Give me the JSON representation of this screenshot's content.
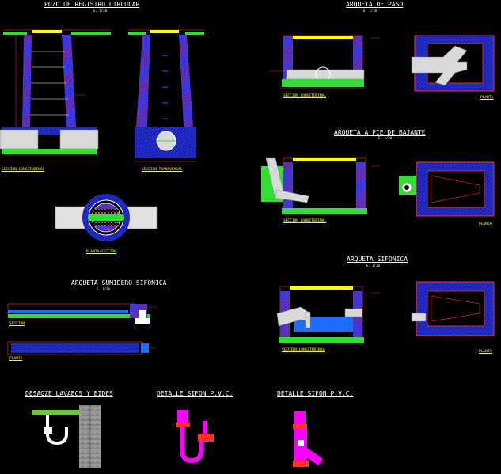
{
  "titles": {
    "pozo": "POZO DE REGISTRO CIRCULAR",
    "pozo_scale": "E. 1/20",
    "arqueta_paso": "ARQUETA DE PASO",
    "arqueta_paso_scale": "E. 1/10",
    "arqueta_bajante": "ARQUETA A PIE DE BAJANTE",
    "arqueta_bajante_scale": "E. 1/10",
    "arqueta_sifonica": "ARQUETA SIFONICA",
    "arqueta_sifonica_scale": "E. 1/10",
    "sumidero": "ARQUETA SUMIDERO SIFONICA",
    "sumidero_scale": "E. 1/20",
    "desague": "DESAGZE LAVABOS Y BIDES",
    "sifon1": "DETALLE SIFON P.V.C.",
    "sifon2": "DETALLE SIFON P.V.C."
  },
  "captions": {
    "seccion_longitudinal_pozo": "SECCION LONGITUDINAL",
    "seccion_transversal": "SECCION TRANSVERSAL",
    "planta_seccion": "PLANTA-SECCION",
    "seccion_long_paso": "SECCION LONGITUDINAL",
    "planta_paso": "PLANTA",
    "seccion_long_bajante": "SECCION LONGITUDINAL",
    "planta_bajante": "PLANTA",
    "seccion_long_sifonica": "SECCION LONGITUDINAL",
    "planta_sifonica": "PLANTA",
    "seccion_sumidero": "SECCION",
    "planta_sumidero": "PLANTA"
  },
  "colors": {
    "background": "#000000",
    "wall_blue": "#2b35e8",
    "hatch_red": "#ff2020",
    "concrete_green": "#33dd33",
    "pipe_white": "#f2f2f2",
    "text_yellow": "#ffff00",
    "dim_red": "#ff3030",
    "water_blue": "#1e6cff",
    "magenta": "#ff00ff"
  }
}
